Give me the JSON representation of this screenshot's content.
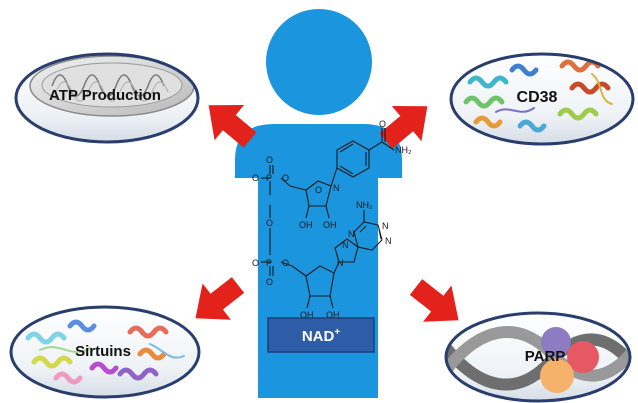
{
  "center": {
    "label": "NAD",
    "label_superscript": "+"
  },
  "nodes": {
    "atp": {
      "label": "ATP Production"
    },
    "cd38": {
      "label": "CD38"
    },
    "sirtuins": {
      "label": "Sirtuins"
    },
    "parp": {
      "label": "PARP"
    }
  },
  "molecule": {
    "amide": "NH₂",
    "amine": "NH₂",
    "oh_labels": [
      "OH",
      "OH",
      "OH",
      "OH"
    ],
    "o_labels": [
      "O",
      "O",
      "O",
      "O",
      "O",
      "O",
      "O",
      "O",
      "O"
    ],
    "p_labels": [
      "P",
      "P"
    ],
    "n_labels": [
      "N",
      "N",
      "N",
      "N",
      "N",
      "N"
    ]
  },
  "colors": {
    "person": "#1b95dd",
    "arrow": "#e3221b",
    "nad_box": "#2e5da8",
    "ellipse_border": "#2a3e6d"
  }
}
